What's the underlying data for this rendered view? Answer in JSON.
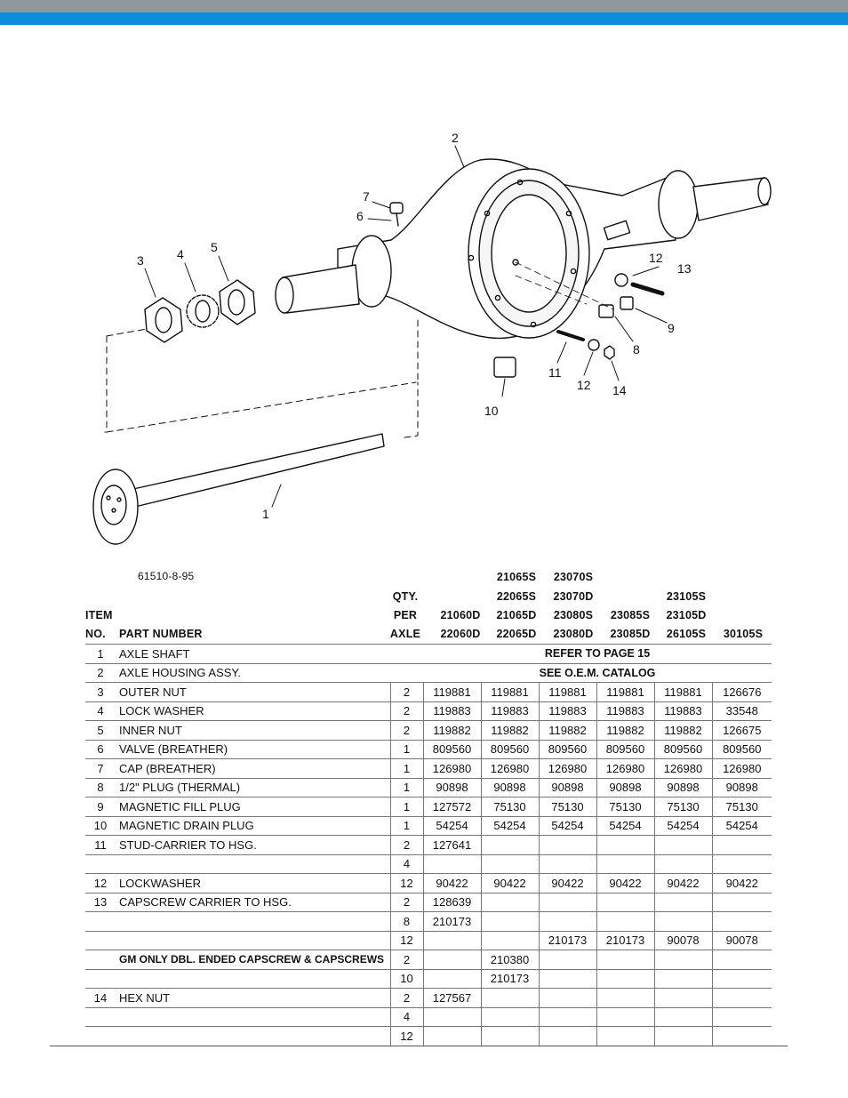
{
  "diagram": {
    "figure_id": "61510-8-95",
    "callouts": [
      "1",
      "2",
      "3",
      "4",
      "5",
      "6",
      "7",
      "8",
      "9",
      "10",
      "11",
      "12",
      "12",
      "13",
      "14"
    ]
  },
  "table": {
    "headers": {
      "item_line1": "ITEM",
      "item_line2": "NO.",
      "part_number": "PART NUMBER",
      "qty_line1": "QTY.",
      "qty_line2": "PER",
      "qty_line3": "AXLE",
      "models": [
        [
          "21060D",
          "22060D"
        ],
        [
          "21065S",
          "22065S",
          "21065D",
          "22065D"
        ],
        [
          "23070S",
          "23070D",
          "23080S",
          "23080D"
        ],
        [
          "23085S",
          "23085D"
        ],
        [
          "23105S",
          "23105D",
          "26105S"
        ],
        [
          "30105S"
        ]
      ]
    },
    "rows": [
      {
        "item": "1",
        "part": "AXLE SHAFT",
        "span": "REFER TO PAGE 15"
      },
      {
        "item": "2",
        "part": "AXLE HOUSING ASSY.",
        "span": "SEE O.E.M. CATALOG"
      },
      {
        "item": "3",
        "part": "OUTER NUT",
        "qty": "2",
        "cells": [
          "119881",
          "119881",
          "119881",
          "119881",
          "119881",
          "126676"
        ]
      },
      {
        "item": "4",
        "part": "LOCK WASHER",
        "qty": "2",
        "cells": [
          "119883",
          "119883",
          "119883",
          "119883",
          "119883",
          "33548"
        ]
      },
      {
        "item": "5",
        "part": "INNER NUT",
        "qty": "2",
        "cells": [
          "119882",
          "119882",
          "119882",
          "119882",
          "119882",
          "126675"
        ]
      },
      {
        "item": "6",
        "part": "VALVE (BREATHER)",
        "qty": "1",
        "cells": [
          "809560",
          "809560",
          "809560",
          "809560",
          "809560",
          "809560"
        ]
      },
      {
        "item": "7",
        "part": "CAP (BREATHER)",
        "qty": "1",
        "cells": [
          "126980",
          "126980",
          "126980",
          "126980",
          "126980",
          "126980"
        ]
      },
      {
        "item": "8",
        "part": "1/2\" PLUG (THERMAL)",
        "qty": "1",
        "cells": [
          "90898",
          "90898",
          "90898",
          "90898",
          "90898",
          "90898"
        ]
      },
      {
        "item": "9",
        "part": "MAGNETIC FILL PLUG",
        "qty": "1",
        "cells": [
          "127572",
          "75130",
          "75130",
          "75130",
          "75130",
          "75130"
        ]
      },
      {
        "item": "10",
        "part": "MAGNETIC DRAIN PLUG",
        "qty": "1",
        "cells": [
          "54254",
          "54254",
          "54254",
          "54254",
          "54254",
          "54254"
        ]
      },
      {
        "item": "11",
        "part": "STUD-CARRIER TO HSG.",
        "qty": "2",
        "cells": [
          "127641",
          "",
          "",
          "",
          "",
          ""
        ]
      },
      {
        "item": "",
        "part": "",
        "qty": "4",
        "cells": [
          "",
          "",
          "",
          "",
          "",
          ""
        ]
      },
      {
        "item": "12",
        "part": "LOCKWASHER",
        "qty": "12",
        "cells": [
          "90422",
          "90422",
          "90422",
          "90422",
          "90422",
          "90422"
        ]
      },
      {
        "item": "13",
        "part": "CAPSCREW CARRIER TO HSG.",
        "qty": "2",
        "cells": [
          "128639",
          "",
          "",
          "",
          "",
          ""
        ]
      },
      {
        "item": "",
        "part": "",
        "qty": "8",
        "cells": [
          "210173",
          "",
          "",
          "",
          "",
          ""
        ]
      },
      {
        "item": "",
        "part": "",
        "qty": "12",
        "cells": [
          "",
          "",
          "210173",
          "210173",
          "90078",
          "90078"
        ]
      },
      {
        "item": "",
        "part": "GM ONLY DBL. ENDED CAPSCREW & CAPSCREWS",
        "bold": true,
        "qty": "2",
        "cells": [
          "",
          "210380",
          "",
          "",
          "",
          ""
        ]
      },
      {
        "item": "",
        "part": "",
        "qty": "10",
        "cells": [
          "",
          "210173",
          "",
          "",
          "",
          ""
        ]
      },
      {
        "item": "14",
        "part": "HEX NUT",
        "qty": "2",
        "cells": [
          "127567",
          "",
          "",
          "",
          "",
          ""
        ]
      },
      {
        "item": "",
        "part": "",
        "qty": "4",
        "cells": [
          "",
          "",
          "",
          "",
          "",
          ""
        ]
      },
      {
        "item": "",
        "part": "",
        "qty": "12",
        "cells": [
          "",
          "",
          "",
          "",
          "",
          ""
        ]
      }
    ]
  }
}
